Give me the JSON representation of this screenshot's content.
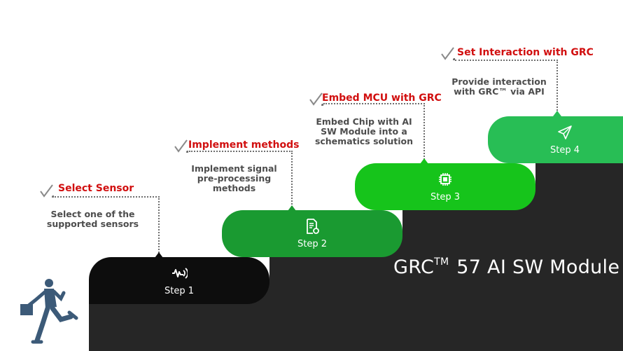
{
  "steps": [
    {
      "label": "Step 1",
      "title": "Select Sensor",
      "desc": [
        "Select one of the",
        "supported sensors"
      ],
      "icon": "sensor-wave-icon"
    },
    {
      "label": "Step 2",
      "title": "Implement methods",
      "desc": [
        "Implement signal",
        "pre-processing",
        "methods"
      ],
      "icon": "document-processing-icon"
    },
    {
      "label": "Step 3",
      "title": "Embed MCU with GRC",
      "desc": [
        "Embed Chip with AI",
        "SW Module into a",
        "schematics solution"
      ],
      "icon": "chip-icon"
    },
    {
      "label": "Step 4",
      "title": "Set Interaction with GRC",
      "desc": [
        "Provide interaction",
        "with GRC™ via API"
      ],
      "icon": "paper-plane-icon"
    }
  ],
  "module": {
    "prefix": "GRC",
    "superscript": "TM",
    "suffix": "57 AI SW Module"
  },
  "colors": {
    "step1": "#0d0d0d",
    "step2": "#1a9a31",
    "step3": "#16c41b",
    "step4": "#28be55",
    "base": "#262626",
    "title": "#d10f0f",
    "text": "#4d4d4d"
  },
  "decor": {
    "figure": "walking-man-with-briefcase"
  }
}
